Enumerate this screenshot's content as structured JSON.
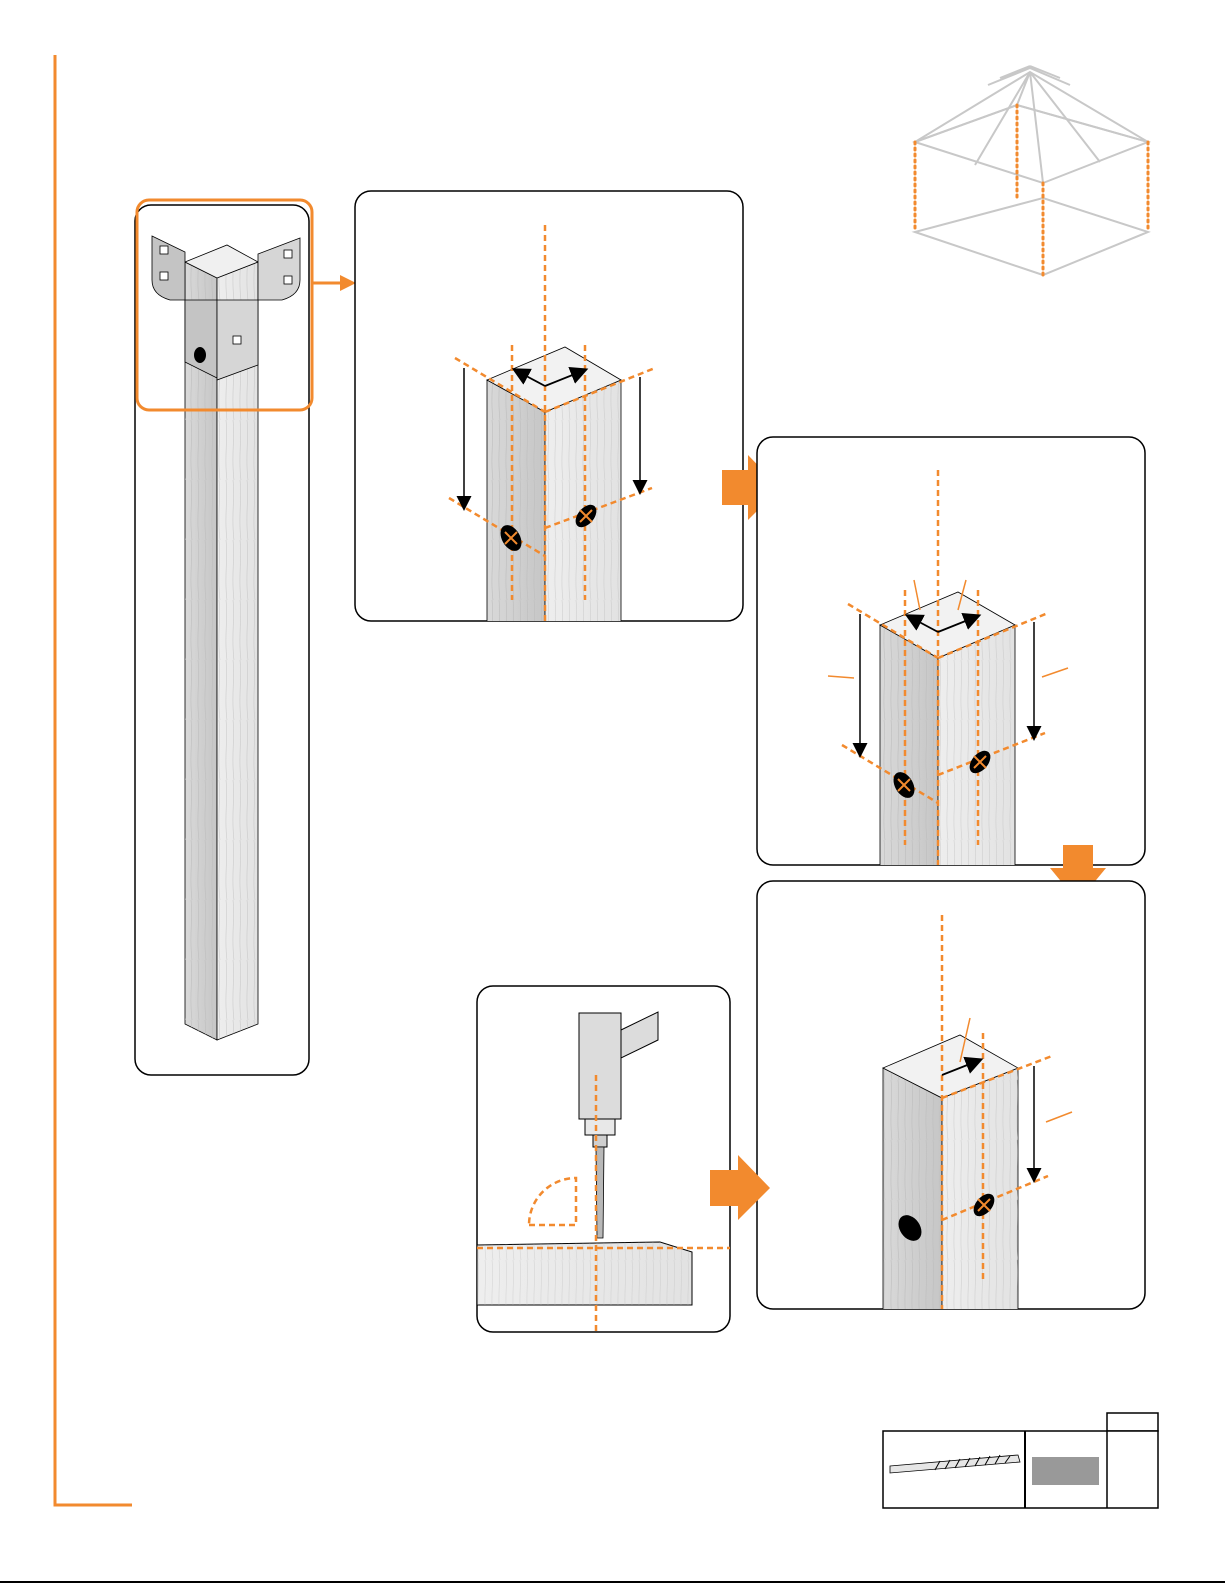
{
  "page": {
    "background": "#ffffff",
    "accent_color": "#f28a2e",
    "line_color": "#000000",
    "wood_color": "#e9e9e9",
    "frame_color": "#c8c8c8"
  },
  "steps": [
    {
      "id": "overview-post",
      "icon": "post-with-corner-bracket"
    },
    {
      "id": "mark-top-diagonals",
      "icon": "post-top-marking"
    },
    {
      "id": "measure-down",
      "icon": "post-measure-down"
    },
    {
      "id": "mark-single-side",
      "icon": "post-single-side-marking"
    },
    {
      "id": "drill-perpendicular",
      "icon": "drill-90-degree"
    }
  ],
  "arrows": [
    {
      "id": "detail-arrow",
      "icon": "arrow-right-icon"
    },
    {
      "id": "next-arrow-1",
      "icon": "arrow-right-icon"
    },
    {
      "id": "next-arrow-2",
      "icon": "arrow-down-icon"
    },
    {
      "id": "next-arrow-3",
      "icon": "arrow-right-icon"
    }
  ],
  "parts_table": {
    "items": [
      {
        "icon": "lag-screw-icon",
        "swatch_color": "#999999",
        "quantity": ""
      }
    ],
    "header_cell": ""
  },
  "pavilion_frame": {
    "icon": "gazebo-frame-icon",
    "highlight": "corner-posts"
  }
}
